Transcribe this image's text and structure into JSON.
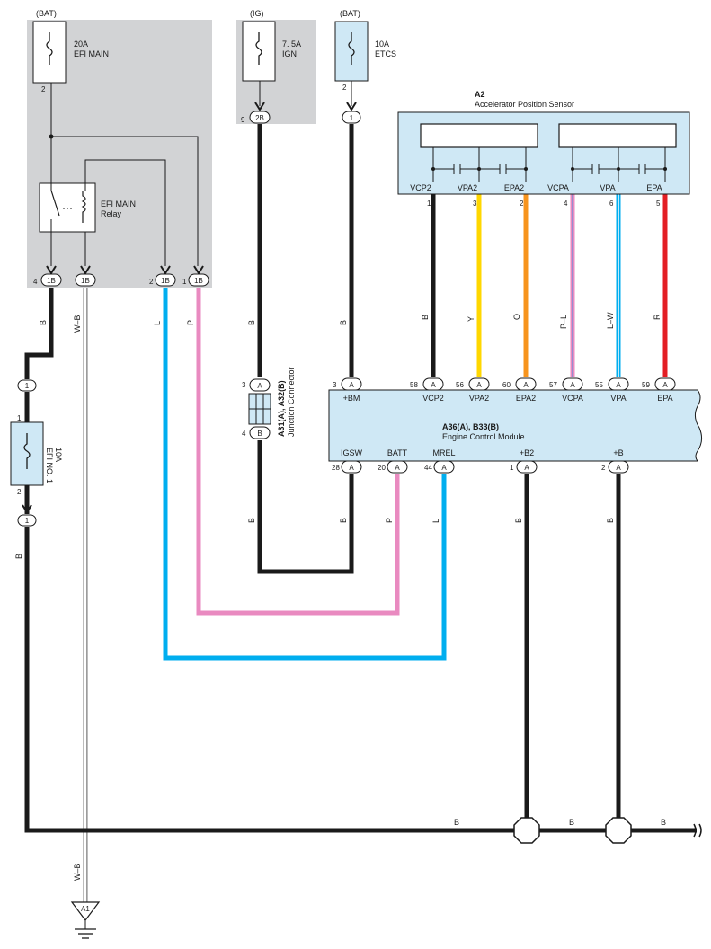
{
  "fuses": {
    "efi_main": {
      "source": "(BAT)",
      "rating": "20A",
      "name": "EFI MAIN",
      "pin": "2"
    },
    "ign": {
      "source": "(IG)",
      "rating": "7. 5A",
      "name": "IGN"
    },
    "etcs": {
      "source": "(BAT)",
      "rating": "10A",
      "name": "ETCS",
      "pin": "2"
    },
    "efi_no1": {
      "rating": "10A",
      "name": "EFI NO. 1",
      "pin_top": "1",
      "pin_bottom": "2"
    }
  },
  "relay": {
    "name": "EFI MAIN",
    "sub": "Relay"
  },
  "junction_block_pins": [
    {
      "num": "4",
      "code": "1B"
    },
    {
      "num": "",
      "code": "1B"
    },
    {
      "num": "2",
      "code": "1B"
    },
    {
      "num": "1",
      "code": "1B"
    }
  ],
  "ign_pin": {
    "num": "9",
    "code": "2B"
  },
  "etcs_pin": {
    "code": "1"
  },
  "inline_connector_code": "1",
  "sensor": {
    "code": "A2",
    "name": "Accelerator Position Sensor",
    "terminals": [
      {
        "label": "VCP2",
        "pin": "1",
        "wire": "B",
        "color": "#1a1a1a"
      },
      {
        "label": "VPA2",
        "pin": "3",
        "wire": "Y",
        "color": "#ffd700"
      },
      {
        "label": "EPA2",
        "pin": "2",
        "wire": "O",
        "color": "#f7941d"
      },
      {
        "label": "VCPA",
        "pin": "4",
        "wire": "P–L",
        "color": "#e98ac0"
      },
      {
        "label": "VPA",
        "pin": "6",
        "wire": "L–W",
        "color": "#00aeef"
      },
      {
        "label": "EPA",
        "pin": "5",
        "wire": "R",
        "color": "#e31e24"
      }
    ]
  },
  "ecm": {
    "code": "A36(A), B33(B)",
    "name": "Engine Control Module",
    "top_terminals": [
      {
        "label": "+BM",
        "pin": "3",
        "code": "A"
      },
      {
        "label": "VCP2",
        "pin": "58",
        "code": "A"
      },
      {
        "label": "VPA2",
        "pin": "56",
        "code": "A"
      },
      {
        "label": "EPA2",
        "pin": "60",
        "code": "A"
      },
      {
        "label": "VCPA",
        "pin": "57",
        "code": "A"
      },
      {
        "label": "VPA",
        "pin": "55",
        "code": "A"
      },
      {
        "label": "EPA",
        "pin": "59",
        "code": "A"
      }
    ],
    "bottom_terminals": [
      {
        "label": "IGSW",
        "pin": "28",
        "code": "A"
      },
      {
        "label": "BATT",
        "pin": "20",
        "code": "A"
      },
      {
        "label": "MREL",
        "pin": "44",
        "code": "A"
      },
      {
        "label": "+B2",
        "pin": "1",
        "code": "A"
      },
      {
        "label": "+B",
        "pin": "2",
        "code": "A"
      }
    ]
  },
  "junction_connector": {
    "code": "A31(A), A32(B)",
    "name": "Junction Connector",
    "pin_top": "3",
    "code_top": "A",
    "pin_bottom": "4",
    "code_bottom": "B"
  },
  "wire_labels": {
    "relay_out": "B",
    "relay_ground": "W–B",
    "efi_no1_out": "B",
    "ground_lower": "W–B",
    "mrel": "L",
    "batt": "P",
    "ign_top": "B",
    "ign_bottom": "B",
    "bm": "B",
    "igsw": "B",
    "b2": "B",
    "b": "B",
    "bus1": "B",
    "bus2": "B",
    "bus3": "B"
  },
  "ground": {
    "code": "A1"
  },
  "colors": {
    "black": "#1a1a1a",
    "pink": "#e98ac0",
    "blue": "#00aeef",
    "yellow": "#ffd700",
    "orange": "#f7941d",
    "red": "#e31e24",
    "component_fill": "#cfe8f5",
    "shade": "#d2d3d5"
  }
}
